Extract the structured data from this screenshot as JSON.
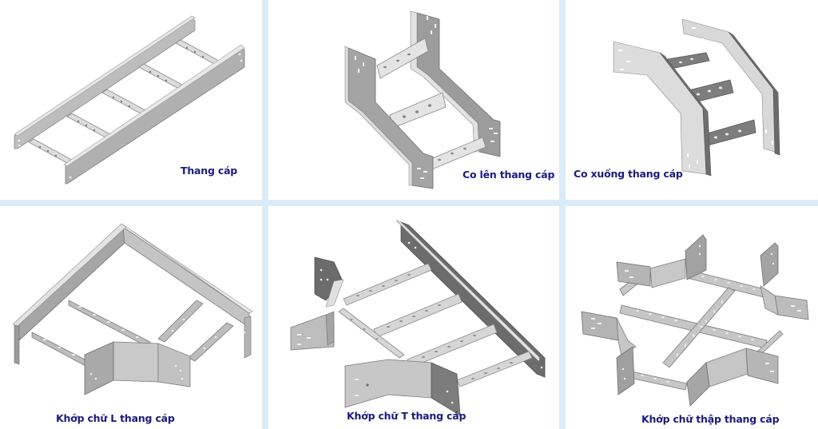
{
  "products": [
    {
      "id": "thang-cap",
      "caption": "Thang cáp",
      "icon": "cable-ladder-straight-icon"
    },
    {
      "id": "co-len",
      "caption": "Co lên thang cáp",
      "icon": "cable-ladder-vertical-up-bend-icon"
    },
    {
      "id": "co-xuong",
      "caption": "Co xuống thang cáp",
      "icon": "cable-ladder-vertical-down-bend-icon"
    },
    {
      "id": "khop-l",
      "caption": "Khớp chữ L thang cáp",
      "icon": "cable-ladder-l-junction-icon"
    },
    {
      "id": "khop-t",
      "caption": "Khớp chữ T thang cáp",
      "icon": "cable-ladder-t-junction-icon"
    },
    {
      "id": "khop-thap",
      "caption": "Khớp chữ thập thang cáp",
      "icon": "cable-ladder-cross-junction-icon"
    }
  ],
  "colors": {
    "background": "#dcebf8",
    "panel": "#ffffff",
    "caption": "#1b1b7e",
    "metal_light": "#d9d9d9",
    "metal_mid": "#b3b3b3",
    "metal_dark": "#8c8c8c",
    "metal_shadow": "#6e6e6e"
  }
}
